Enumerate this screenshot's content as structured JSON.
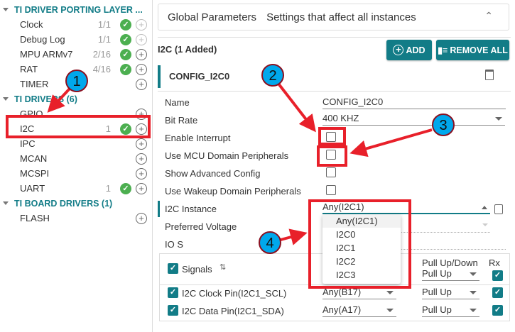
{
  "sidebar": {
    "groups": [
      {
        "label": "TI DRIVER PORTING LAYER ...",
        "items": [
          {
            "label": "Clock",
            "count": "1/1",
            "ok": true,
            "add_disabled": true
          },
          {
            "label": "Debug Log",
            "count": "1/1",
            "ok": true,
            "add_disabled": true
          },
          {
            "label": "MPU ARMv7",
            "count": "2/16",
            "ok": true
          },
          {
            "label": "RAT",
            "count": "4/16",
            "ok": true
          },
          {
            "label": "TIMER",
            "count": ""
          }
        ]
      },
      {
        "label": "TI DRIVERS (6)",
        "items": [
          {
            "label": "GPIO",
            "count": ""
          },
          {
            "label": "I2C",
            "count": "1",
            "ok": true
          },
          {
            "label": "IPC",
            "count": ""
          },
          {
            "label": "MCAN",
            "count": ""
          },
          {
            "label": "MCSPI",
            "count": ""
          },
          {
            "label": "UART",
            "count": "1",
            "ok": true
          }
        ]
      },
      {
        "label": "TI BOARD DRIVERS (1)",
        "items": [
          {
            "label": "FLASH",
            "count": ""
          }
        ]
      }
    ]
  },
  "global": {
    "title": "Global Parameters",
    "subtitle": "Settings that affect all instances"
  },
  "module": {
    "title": "I2C (1 Added)",
    "add_label": "ADD",
    "remove_all_label": "REMOVE ALL",
    "instance_name": "CONFIG_I2C0"
  },
  "form": {
    "name_label": "Name",
    "name_value": "CONFIG_I2C0",
    "bitrate_label": "Bit Rate",
    "bitrate_value": "400 KHZ",
    "enable_interrupt_label": "Enable Interrupt",
    "mcu_domain_label": "Use MCU Domain Peripherals",
    "advanced_label": "Show Advanced Config",
    "wakeup_label": "Use Wakeup Domain Peripherals",
    "instance_label": "I2C Instance",
    "instance_value": "Any(I2C1)",
    "voltage_label": "Preferred Voltage",
    "io_label": "IO S"
  },
  "instance_options": [
    "Any(I2C1)",
    "I2C0",
    "I2C1",
    "I2C2",
    "I2C3"
  ],
  "signals": {
    "header": "Signals",
    "pull_header": "Pull Up/Down",
    "pull_value": "Pull Up",
    "rx_header": "Rx",
    "rows": [
      {
        "name": "I2C Clock Pin(I2C1_SCL)",
        "pin": "Any(B17)",
        "pull": "Pull Up"
      },
      {
        "name": "I2C Data Pin(I2C1_SDA)",
        "pin": "Any(A17)",
        "pull": "Pull Up"
      }
    ]
  },
  "callouts": [
    "1",
    "2",
    "3",
    "4"
  ],
  "colors": {
    "teal": "#127c87",
    "annotation_red": "#e8202a",
    "callout_blue": "#00a8ec",
    "ok_green": "#4caf50"
  }
}
